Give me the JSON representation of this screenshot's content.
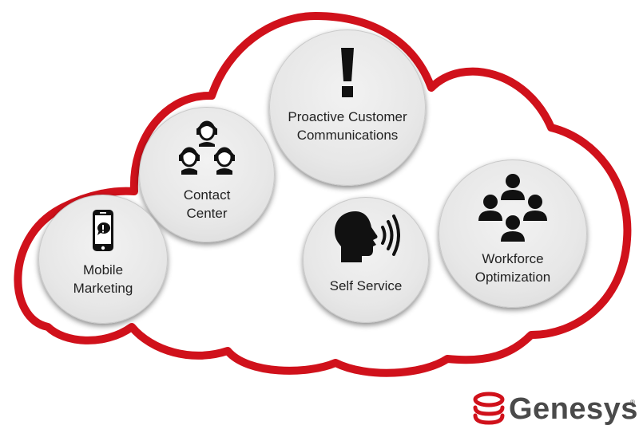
{
  "colors": {
    "cloud_outline": "#d0111b",
    "bubble_fill": "#e7e7e7",
    "text": "#222222",
    "logo_red": "#d0111b",
    "logo_text": "#4a4a4a"
  },
  "bubbles": {
    "proactive": {
      "icon": "exclamation-icon",
      "line1": "Proactive Customer",
      "line2": "Communications"
    },
    "contact": {
      "icon": "headset-agents-icon",
      "line1": "Contact",
      "line2": "Center"
    },
    "mobile": {
      "icon": "mobile-phone-alert-icon",
      "line1": "Mobile",
      "line2": "Marketing"
    },
    "self": {
      "icon": "speaking-head-icon",
      "line1": "Self Service"
    },
    "workforce": {
      "icon": "team-people-icon",
      "line1": "Workforce",
      "line2": "Optimization"
    }
  },
  "logo": {
    "icon": "genesys-logo-icon",
    "text": "Genesys",
    "reg": "®"
  }
}
